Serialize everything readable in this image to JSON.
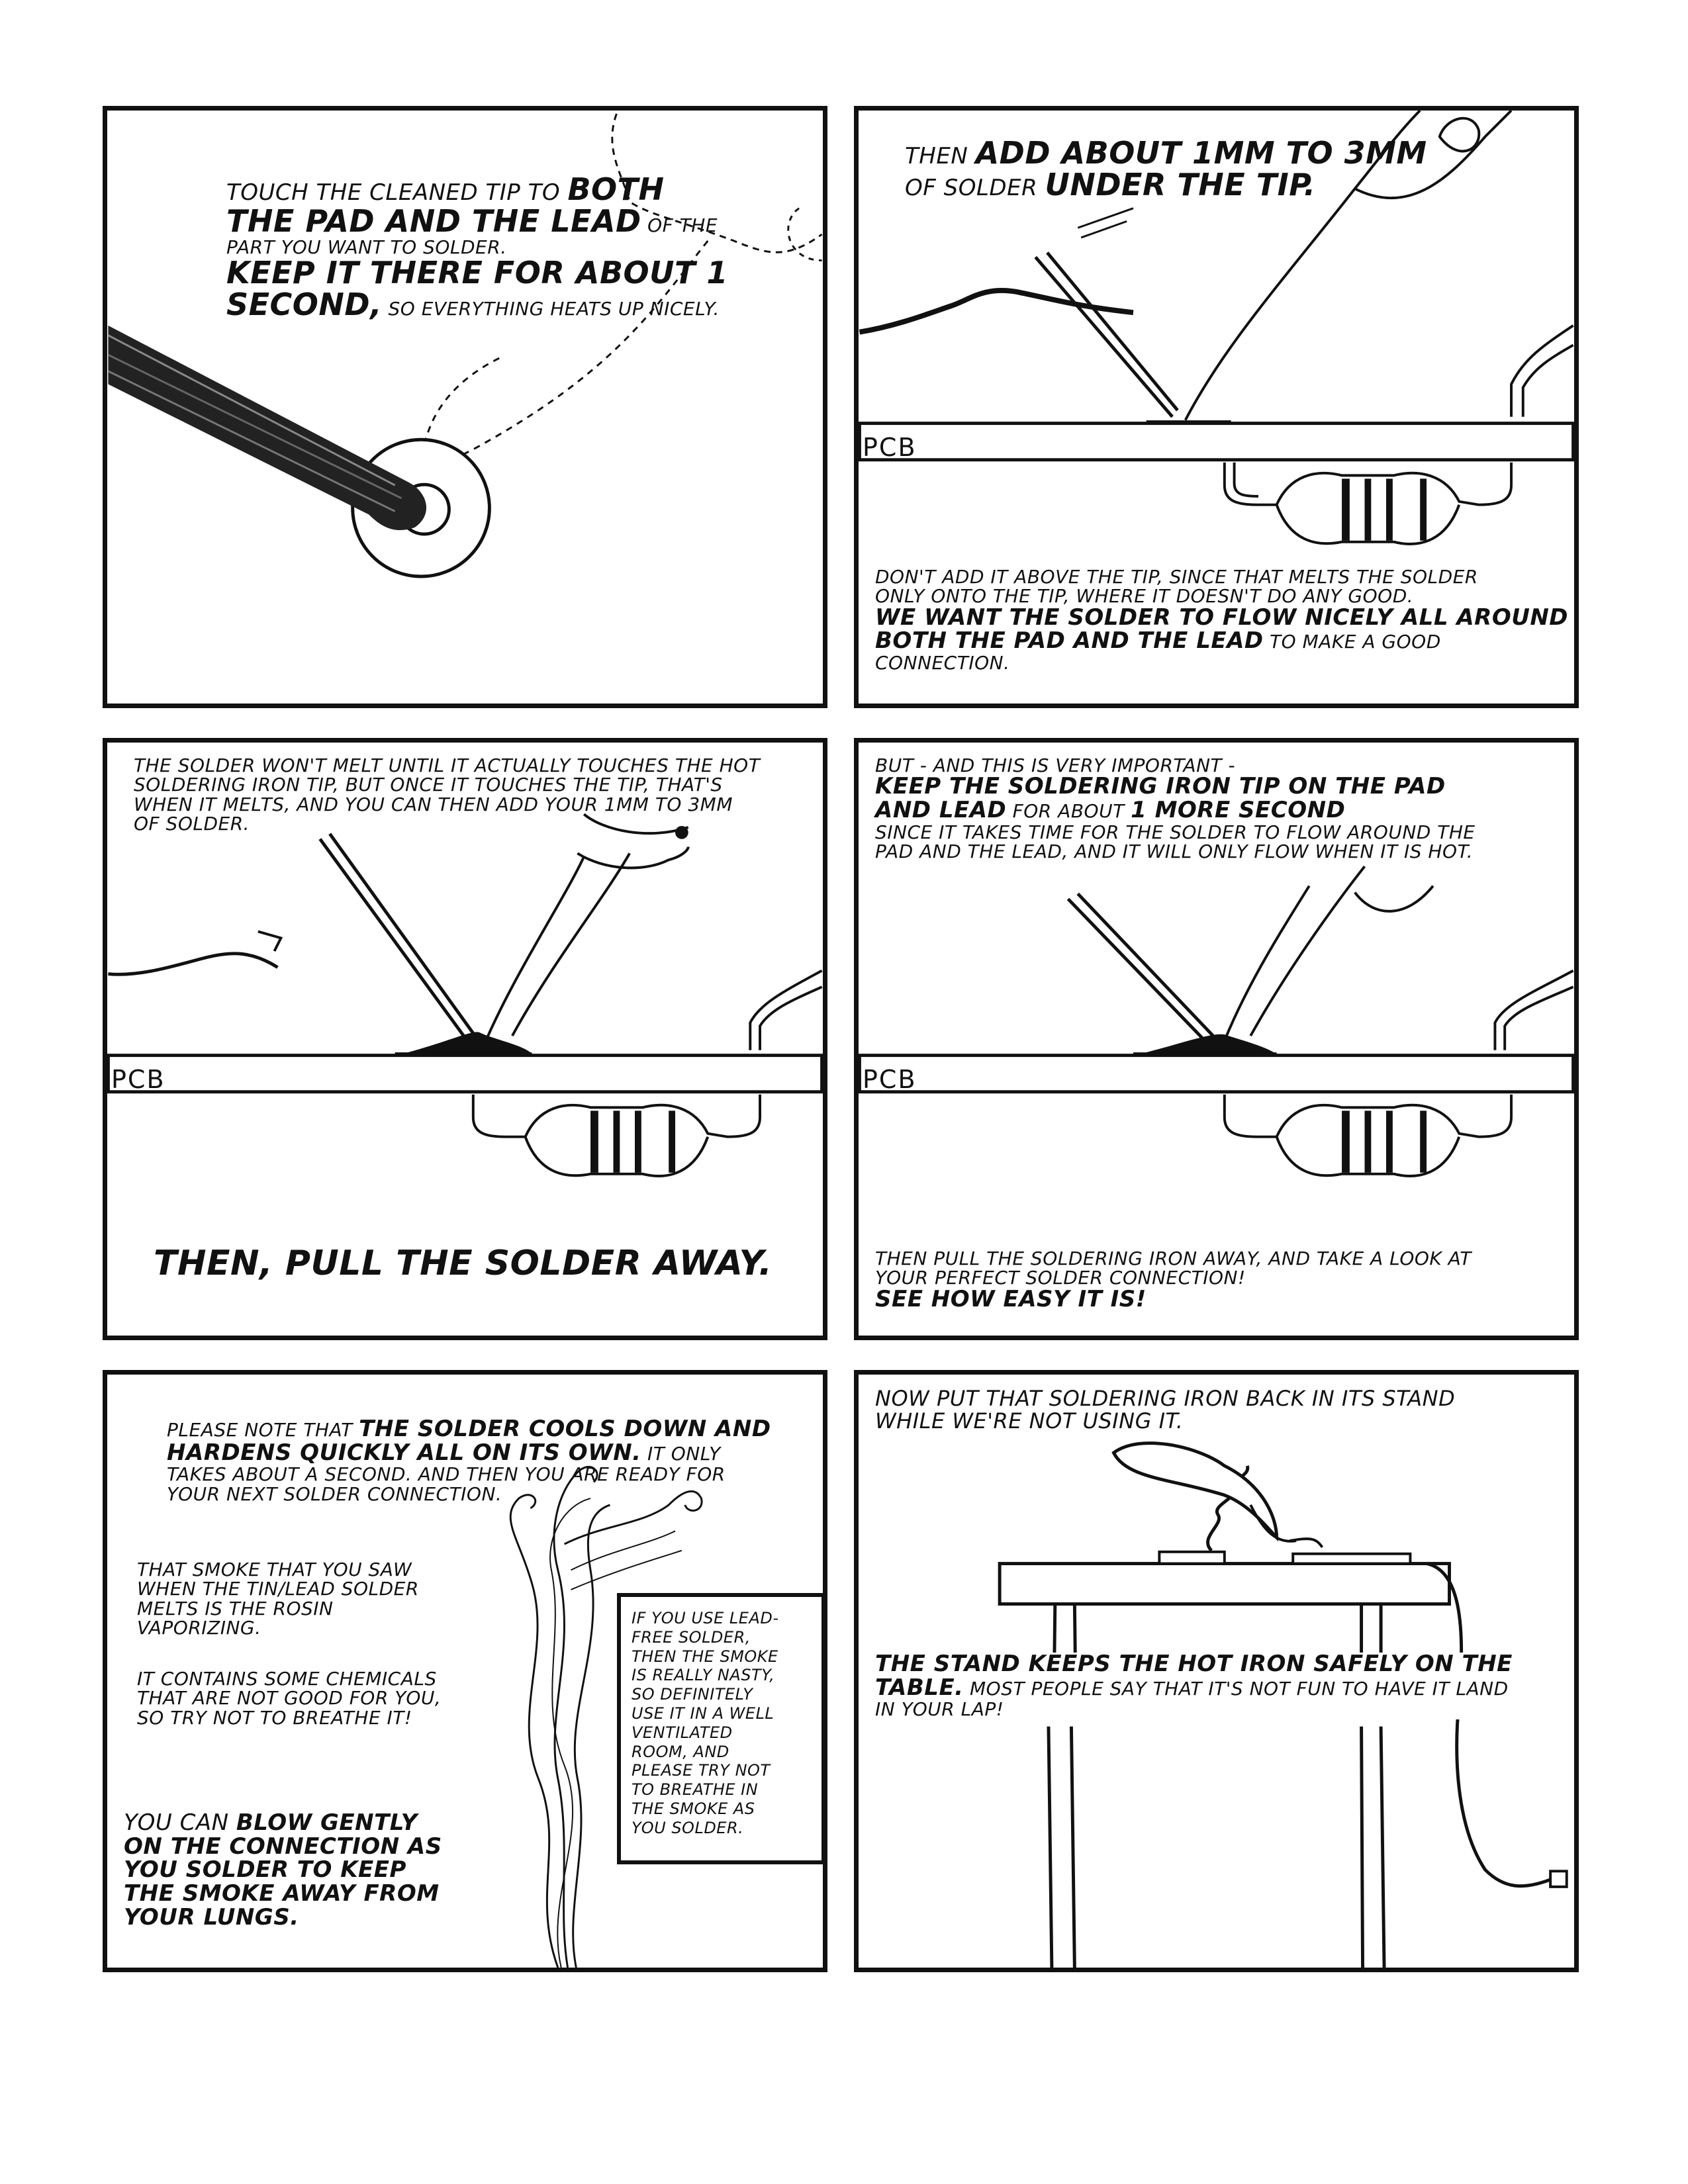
{
  "panels": {
    "p1": {
      "l1a": "Touch the cleaned tip to ",
      "l1b": "both",
      "l2a": "the pad and the lead",
      "l2b": " of the",
      "l3": "part you want to solder.",
      "l4": "Keep it there for about 1",
      "l5a": "second,",
      "l5b": " so everything heats up nicely."
    },
    "p2": {
      "l1a": "Then ",
      "l1b": "add about 1mm to 3mm",
      "l2a": "of solder ",
      "l2b": "under the tip.",
      "pcb": "PCB",
      "b1": "Don't add it above the tip, since that melts the solder",
      "b2": "only onto the tip, where it doesn't do any good.",
      "b3": "We want the solder to flow nicely all around",
      "b4a": "both the pad and the lead",
      "b4b": " to make a good",
      "b5": "connection."
    },
    "p3": {
      "t1": "The solder won't melt until it actually touches the hot",
      "t2": "soldering iron tip, but once it touches the tip, that's",
      "t3": "when it melts, and you can then add your 1mm to 3mm",
      "t4": "of solder.",
      "pcb": "PCB",
      "bottom": "Then, pull the solder away."
    },
    "p4": {
      "t1": "But - and this is very important -",
      "t2": "Keep the soldering iron tip on the pad",
      "t3a": "and lead",
      "t3b": " for about ",
      "t3c": "1 more second",
      "t4": "since it takes time for the solder to flow around the",
      "t5": "pad and the lead, and it will only flow when it is hot.",
      "pcb": "PCB",
      "b1": "Then pull the soldering iron away, and take a look at",
      "b2": "your perfect solder connection!",
      "b3": "See how easy it is!"
    },
    "p5": {
      "t1a": "Please note that ",
      "t1b": "the solder cools down and",
      "t2a": "hardens quickly all on its own.",
      "t2b": " It only",
      "t3": "takes about a second.  And then you are ready for",
      "t4": "your next solder connection.",
      "s1": "That smoke that you saw",
      "s2": "when the tin/lead solder",
      "s3": "melts is the rosin",
      "s4": "vaporizing.",
      "c1": "It contains some chemicals",
      "c2": "that are not good for you,",
      "c3": "so try not to breathe it!",
      "g1a": "You can ",
      "g1b": "blow gently",
      "g2": "on the connection as",
      "g3": "you solder to keep",
      "g4": "the smoke away from",
      "g5": "your lungs.",
      "n1": "If you use lead-",
      "n2": "free solder,",
      "n3": "then the smoke",
      "n4": "is really nasty,",
      "n5": "so definitely",
      "n6": "use it in a well",
      "n7": "ventilated",
      "n8": "room, and",
      "n9": "please try not",
      "n10": "to breathe in",
      "n11": "the smoke as",
      "n12": "you solder."
    },
    "p6": {
      "t1": "Now put that soldering iron back in its stand",
      "t2": "while we're not using it.",
      "b1": "The stand keeps the hot iron safely on the",
      "b2a": "table.",
      "b2b": " Most people say that it's not fun to have it land",
      "b3": "in your lap!"
    }
  }
}
